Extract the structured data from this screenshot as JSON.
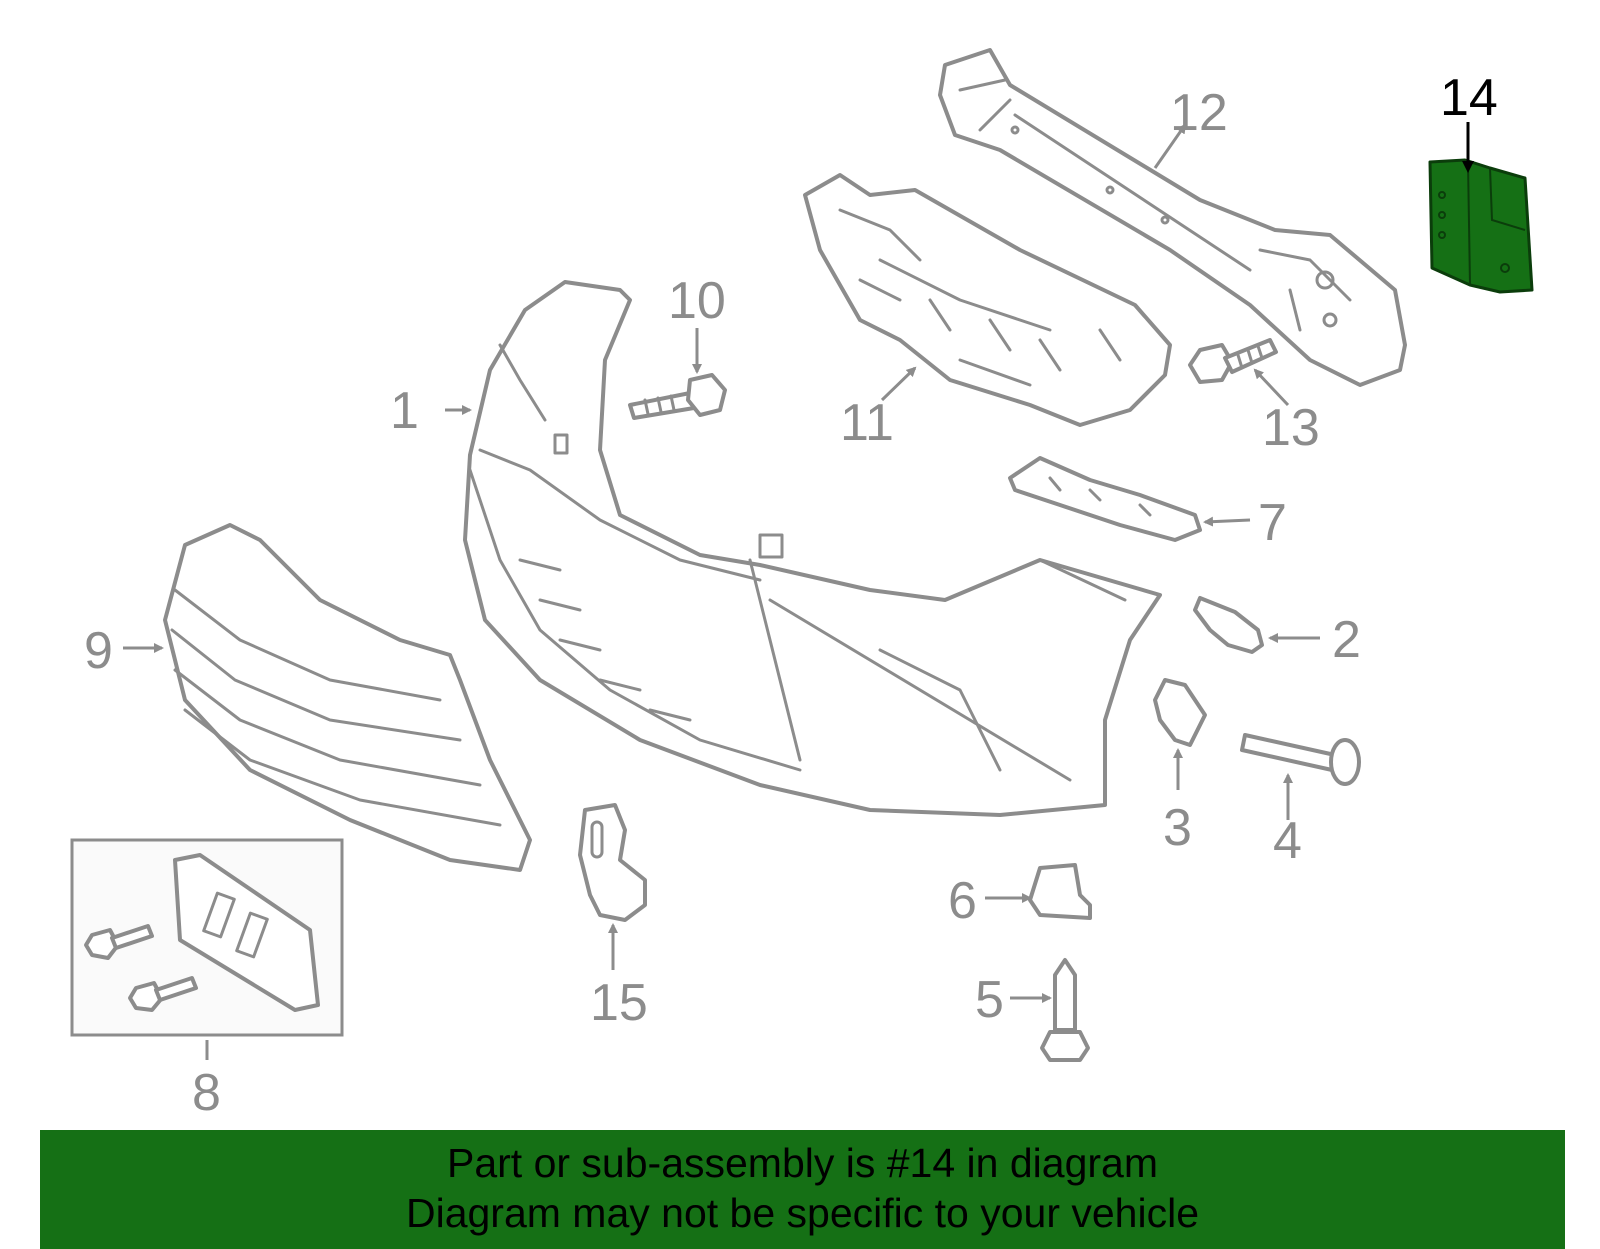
{
  "diagram": {
    "highlight_color": "#157015",
    "line_color": "#8c8c8c",
    "highlighted_part": "14",
    "callouts": {
      "c1": "1",
      "c2": "2",
      "c3": "3",
      "c4": "4",
      "c5": "5",
      "c6": "6",
      "c7": "7",
      "c8": "8",
      "c9": "9",
      "c10": "10",
      "c11": "11",
      "c12": "12",
      "c13": "13",
      "c14": "14",
      "c15": "15"
    }
  },
  "banner": {
    "line1": "Part or sub-assembly is #14 in diagram",
    "line2": "Diagram may not be specific to your vehicle",
    "background": "#157015"
  }
}
